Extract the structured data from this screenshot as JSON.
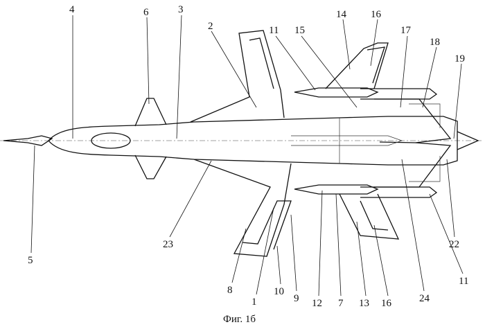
{
  "figure": {
    "caption": "Фиг. 1б",
    "labels": {
      "l4": "4",
      "l6": "6",
      "l3": "3",
      "l2": "2",
      "l11a": "11",
      "l15": "15",
      "l14": "14",
      "l16a": "16",
      "l17": "17",
      "l18": "18",
      "l19": "19",
      "l5": "5",
      "l23": "23",
      "l8": "8",
      "l1": "1",
      "l10": "10",
      "l9": "9",
      "l12": "12",
      "l7": "7",
      "l13": "13",
      "l16b": "16",
      "l24": "24",
      "l11b": "11",
      "l22": "22"
    }
  }
}
